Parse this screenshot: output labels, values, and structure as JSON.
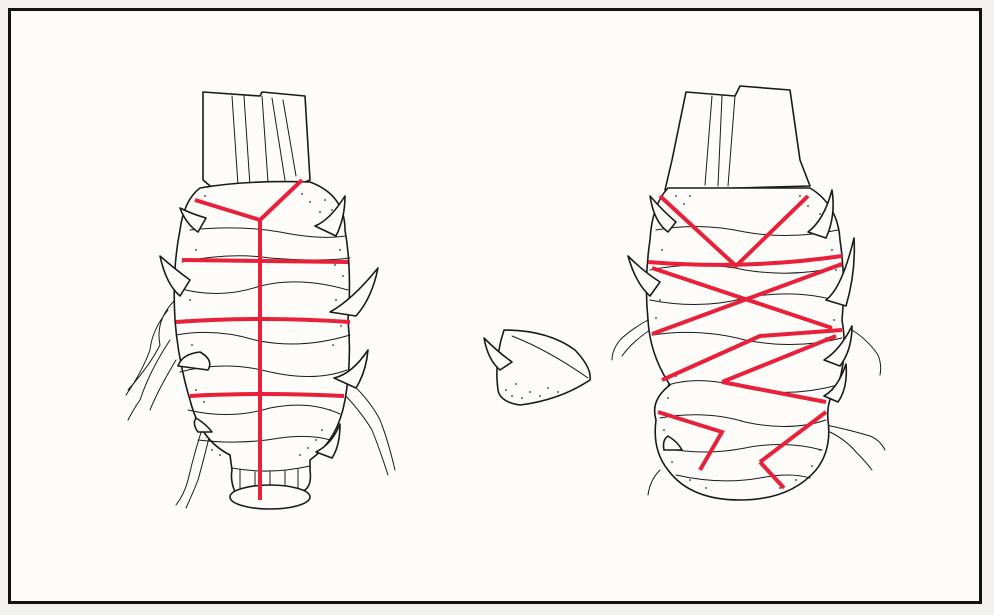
{
  "figure": {
    "border_color": "#111111",
    "background_color": "#fdfcf9",
    "ink_color": "#1a1a1a",
    "tie_color": "#e8203a",
    "panels": [
      {
        "name": "straight-tied-rootball",
        "tie_pattern": "vertical-horizontal"
      },
      {
        "name": "cut-spike-piece"
      },
      {
        "name": "crossed-tied-rootball",
        "tie_pattern": "zigzag-crossed"
      }
    ]
  }
}
